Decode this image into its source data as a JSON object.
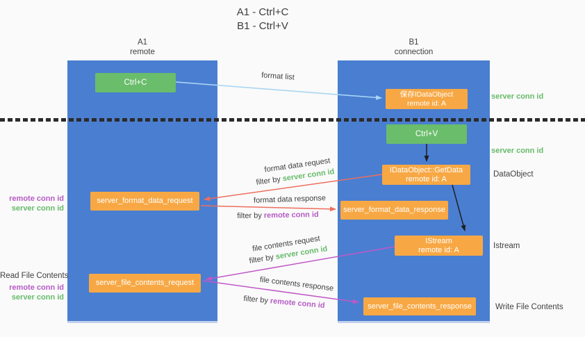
{
  "title": {
    "line1": "A1 - Ctrl+C",
    "line2": "B1 - Ctrl+V"
  },
  "columns": {
    "a": {
      "id": "A1",
      "name": "remote"
    },
    "b": {
      "id": "B1",
      "name": "connection"
    }
  },
  "nodes": {
    "ctrl_c": {
      "label": "Ctrl+C"
    },
    "ctrl_v": {
      "label": "Ctrl+V"
    },
    "save_dataobject": {
      "line1": "保存IDataObject",
      "line2": "remote id: A"
    },
    "getdata": {
      "line1": "IDataObject::GetData",
      "line2": "remote id: A"
    },
    "istream": {
      "line1": "IStream",
      "line2": "remote id: A"
    },
    "format_request": {
      "label": "server_format_data_request"
    },
    "format_response": {
      "label": "server_format_data_response"
    },
    "file_request": {
      "label": "server_file_contents_request"
    },
    "file_response": {
      "label": "server_file_contents_response"
    }
  },
  "arrow_labels": {
    "format_list": "format list",
    "format_data_request": "format data request",
    "format_data_response": "format data response",
    "file_contents_request": "file contents request",
    "file_contents_response": "file contents response",
    "filter_by": "filter by",
    "server_conn_id": "server conn id",
    "remote_conn_id": "remote conn id"
  },
  "side_labels": {
    "server_conn_id_top": "server conn id",
    "server_conn_id_mid": "server conn id",
    "dataobject": "DataObject",
    "istream": "Istream",
    "write_file_contents": "Write File Contents",
    "read_file_contents": "Read File Contents",
    "left_remote_conn_id_1": "remote conn id",
    "left_server_conn_id_1": "server conn id",
    "left_remote_conn_id_2": "remote conn id",
    "left_server_conn_id_2": "server conn id"
  },
  "colors": {
    "column_blue": "#4a7ed1",
    "box_green": "#6abd6b",
    "box_orange": "#f7a844",
    "arrow_lightblue": "#a9d5f2",
    "arrow_red": "#ee6e5e",
    "arrow_purple": "#c058c6",
    "arrow_black": "#1f1f1f",
    "text_green": "#66bb6a",
    "text_purple": "#b55bc4",
    "text_dark": "#3f3f3f"
  }
}
